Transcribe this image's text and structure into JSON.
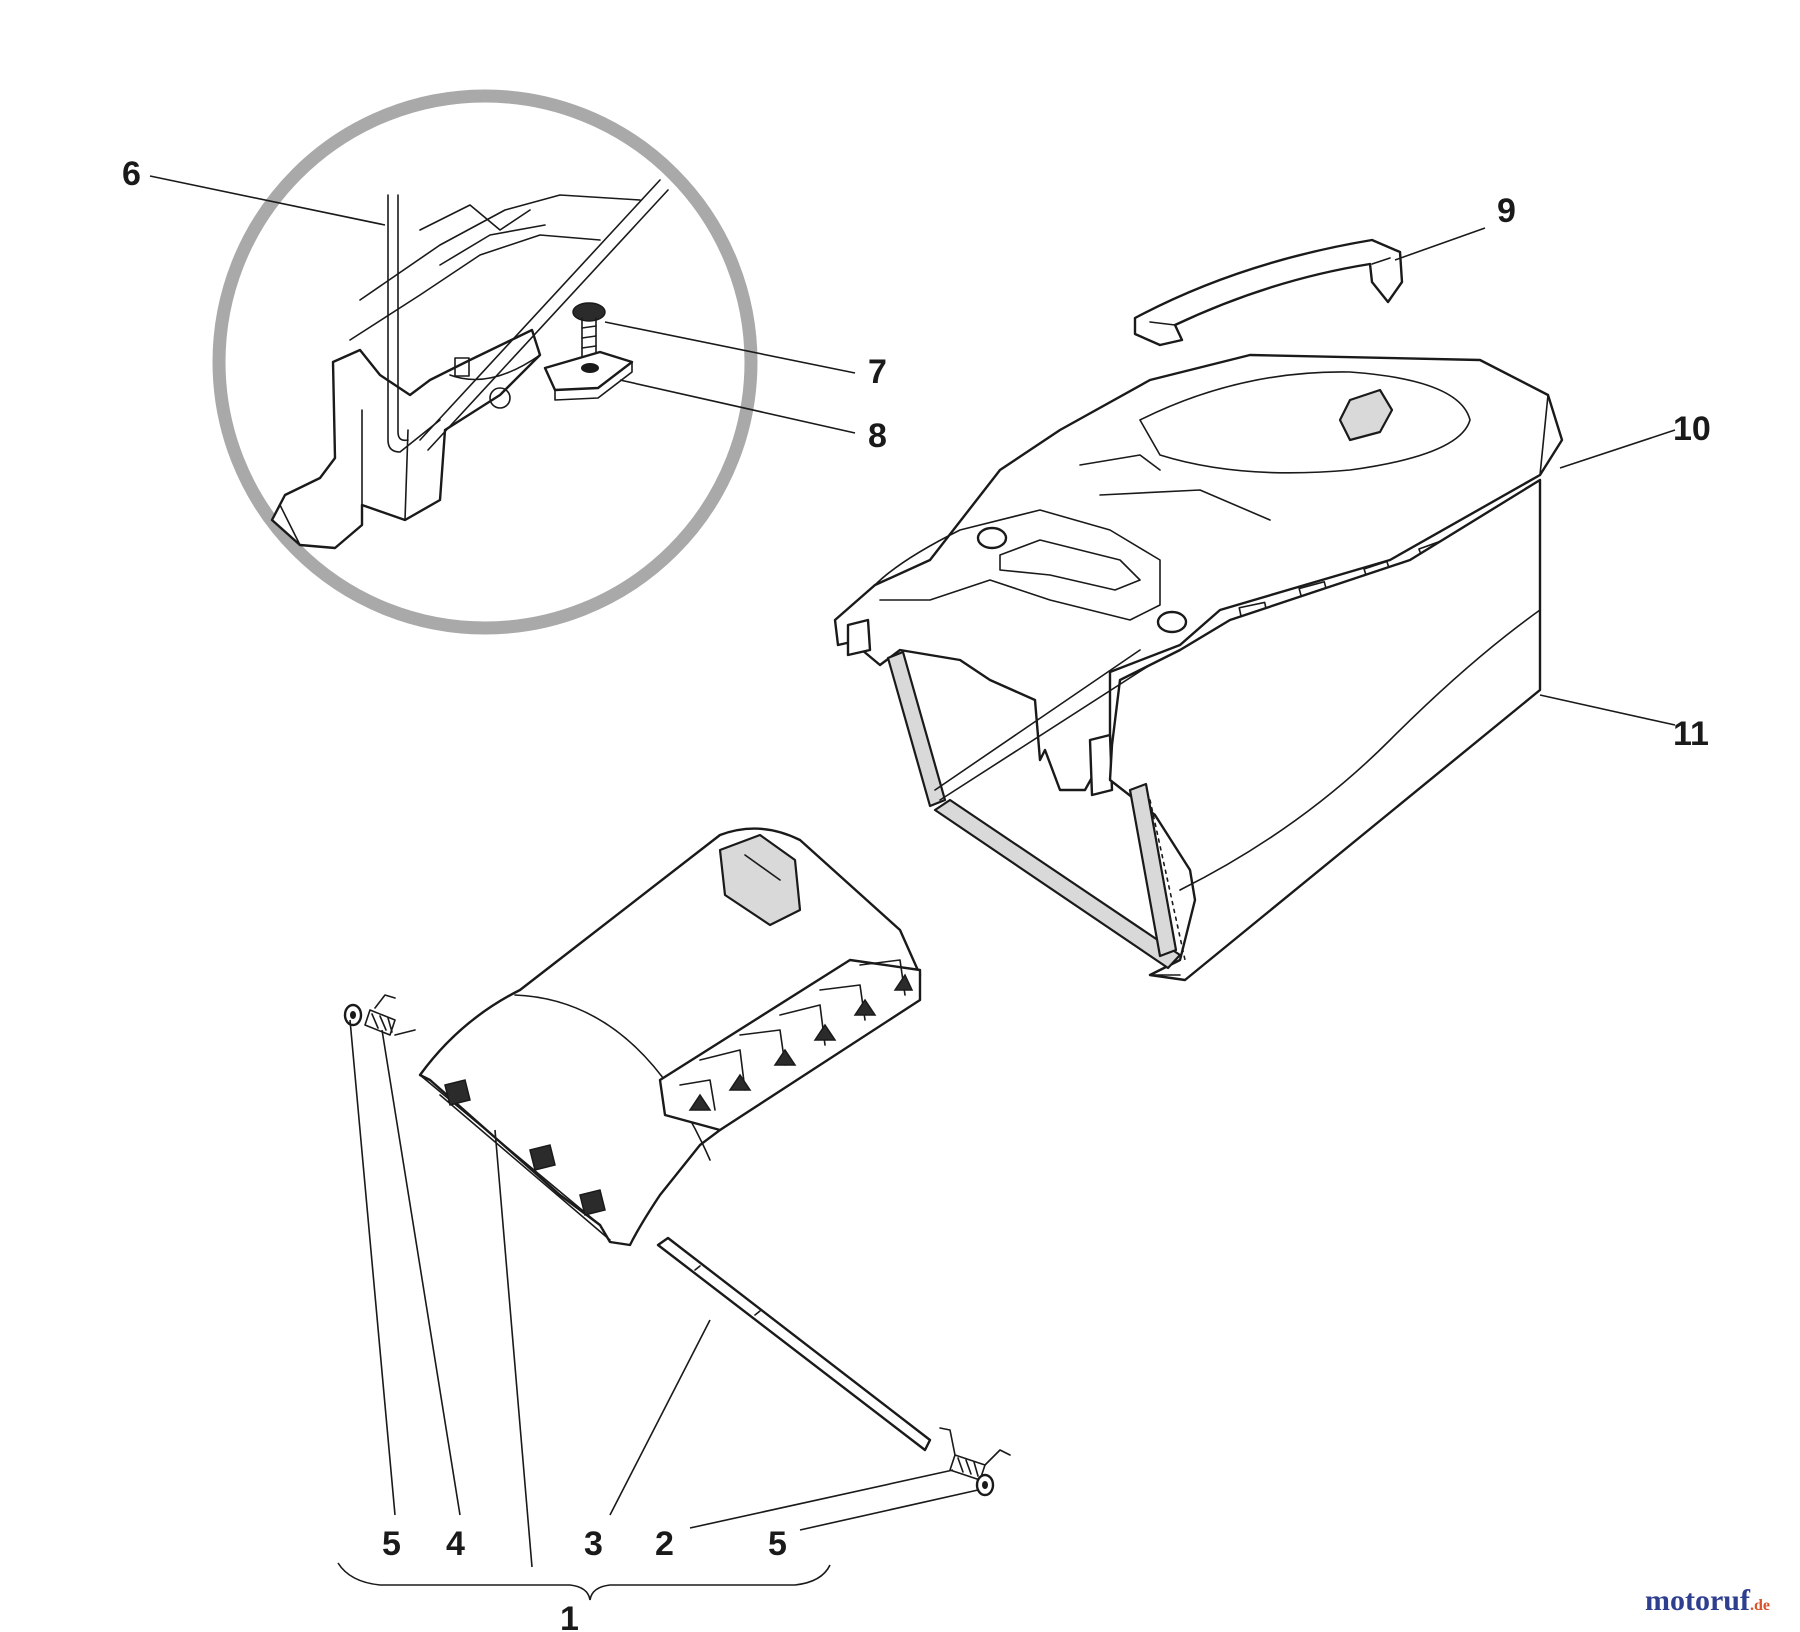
{
  "diagram": {
    "callouts": {
      "c1": "1",
      "c2": "2",
      "c3": "3",
      "c4": "4",
      "c5a": "5",
      "c5b": "5",
      "c6": "6",
      "c7": "7",
      "c8": "8",
      "c9": "9",
      "c10": "10",
      "c11": "11"
    },
    "watermark": {
      "main": "motoruf",
      "suffix": ".de"
    },
    "colors": {
      "circle": "#a9a9a9",
      "watermark": "#2f3f8f",
      "watermark_accent": "#d9532b",
      "line": "#1a1a1a"
    }
  }
}
